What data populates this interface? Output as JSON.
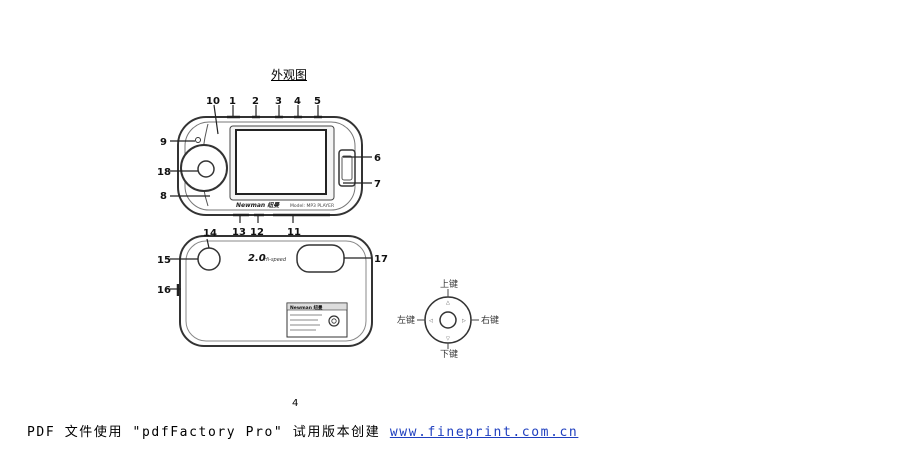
{
  "document": {
    "title": "外观图",
    "page_number": "4"
  },
  "device_front": {
    "callouts": [
      "1",
      "2",
      "3",
      "4",
      "5",
      "6",
      "7",
      "8",
      "9",
      "10",
      "11",
      "12",
      "13",
      "18"
    ],
    "brand": "Newman 纽曼",
    "model_text": "Model: MP3 PLAYER"
  },
  "device_back": {
    "callouts": [
      "14",
      "15",
      "16",
      "17"
    ],
    "usb_logo": "2.0",
    "usb_logo_sub": "Hi-speed",
    "label_brand": "Newman 纽曼"
  },
  "navigation_pad": {
    "up": "上键",
    "down": "下键",
    "left": "左键",
    "right": "右键"
  },
  "footer": {
    "text": "PDF 文件使用 \"pdfFactory Pro\" 试用版本创建",
    "link": "www.fineprint.com.cn"
  }
}
